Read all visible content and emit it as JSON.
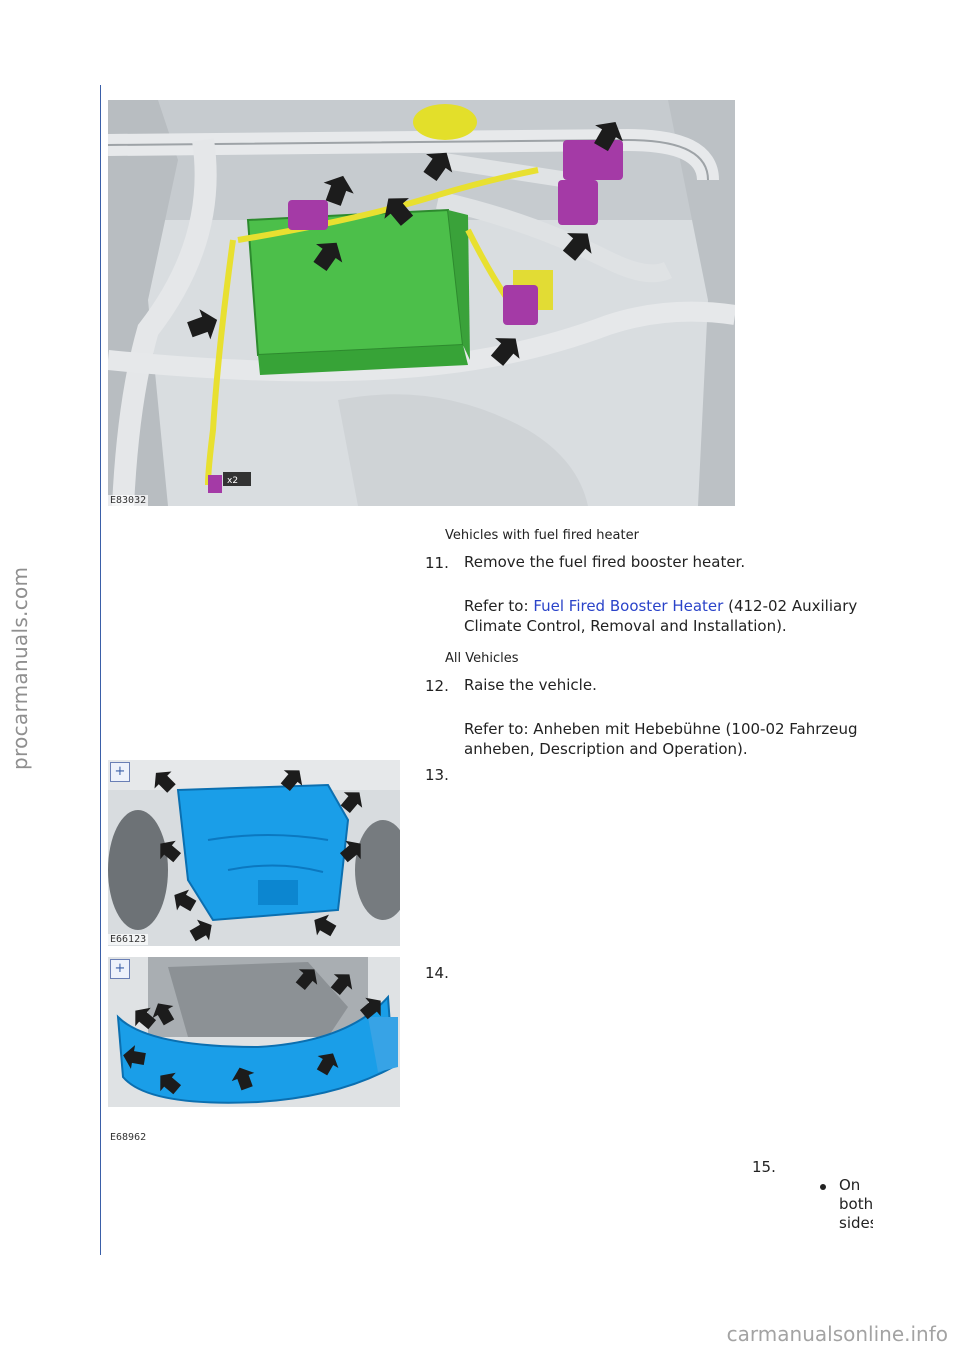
{
  "watermarks": {
    "left": "procarmanuals.com",
    "bottom": "carmanualsonline.info"
  },
  "figures": [
    {
      "code": "E83032",
      "badge": "x2"
    },
    {
      "code": "E66123"
    },
    {
      "code": "E68962"
    }
  ],
  "zoom_icon": "magnify-plus-icon",
  "sections": {
    "fuel_heater": "Vehicles with fuel fired heater",
    "all": "All Vehicles"
  },
  "steps": [
    {
      "num": "11.",
      "text": "Remove the fuel fired booster heater.",
      "ref_prefix": "Refer to: ",
      "ref_link": "Fuel Fired Booster Heater",
      "ref_suffix": " (412-02 Auxiliary",
      "ref_line2": "Climate Control, Removal and Installation)."
    },
    {
      "num": "12.",
      "text": "Raise the vehicle.",
      "ref_line1": "Refer to: Anheben mit Hebebühne (100-02 Fahrzeug",
      "ref_line2": "anheben, Description and Operation)."
    },
    {
      "num": "13."
    },
    {
      "num": "14."
    },
    {
      "num": "15.",
      "bullet": [
        "On",
        "both",
        "sides"
      ]
    }
  ],
  "colors": {
    "accent_rule": "#3a5fa8",
    "link": "#2a43c9",
    "component_green": "#4cbf4a",
    "component_blue": "#1a9ee8",
    "connector_magenta": "#a43aa6",
    "harness_yellow": "#e8e030"
  }
}
